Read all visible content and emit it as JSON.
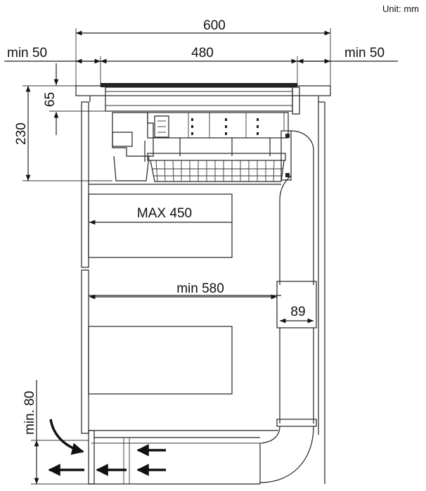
{
  "unit_label": "Unit: mm",
  "dimensions": {
    "total_width": "600",
    "hob_width": "480",
    "min_left": "min 50",
    "min_right": "min 50",
    "worktop_thickness": "65",
    "hob_depth": "230",
    "max_drawer": "MAX 450",
    "min_cabinet": "min 580",
    "duct_width": "89",
    "min_gap": "min. 80"
  },
  "colors": {
    "line": "#222222",
    "shade": "#cfcfcf"
  }
}
